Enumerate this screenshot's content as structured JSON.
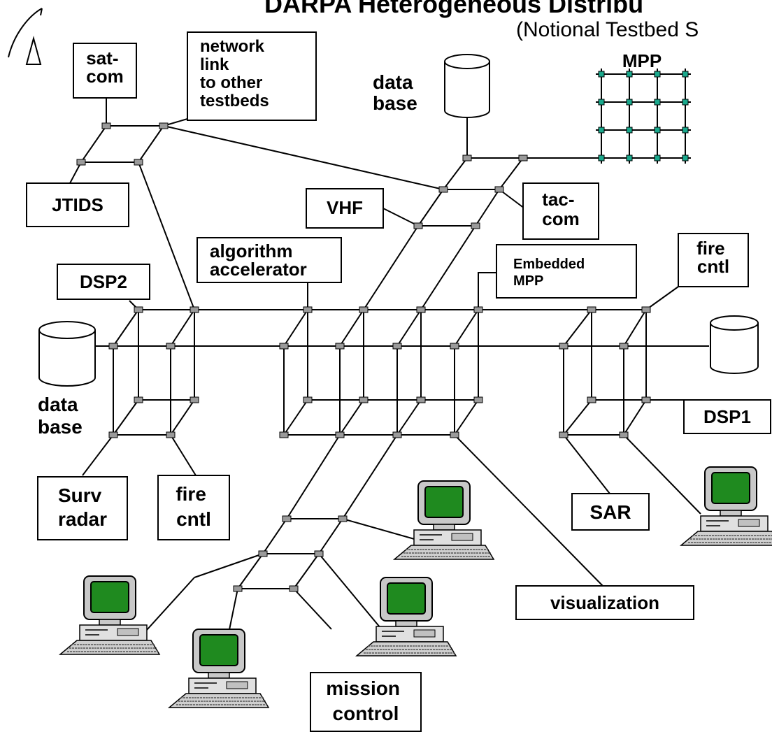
{
  "title": {
    "main": "DARPA Heterogeneous Distribu",
    "sub": "(Notional Testbed S"
  },
  "labels": {
    "satcom": [
      "sat-",
      "com"
    ],
    "netlink": [
      "network",
      "link",
      "to other",
      "testbeds"
    ],
    "jtids": [
      "JTIDS"
    ],
    "database_top": [
      "data",
      "base"
    ],
    "mpp": [
      "MPP"
    ],
    "vhf": [
      "VHF"
    ],
    "taccom": [
      "tac-",
      "com"
    ],
    "algo": [
      "algorithm",
      "accelerator"
    ],
    "embedded": [
      "Embedded",
      "MPP"
    ],
    "firecntl_right": [
      "fire",
      "cntl"
    ],
    "dsp2": [
      "DSP2"
    ],
    "database_left": [
      "data",
      "base"
    ],
    "dsp1": [
      "DSP1"
    ],
    "survradar": [
      "Surv",
      "radar"
    ],
    "firecntl_left": [
      "fire",
      "cntl"
    ],
    "sar": [
      "SAR"
    ],
    "visualization": [
      "visualization"
    ],
    "mission": [
      "mission",
      "control"
    ]
  },
  "colors": {
    "node": "#9a9a9a",
    "mpp_node": "#1aa88c",
    "screen": "#1f8a1f",
    "monitor": "#c8c8c8"
  }
}
